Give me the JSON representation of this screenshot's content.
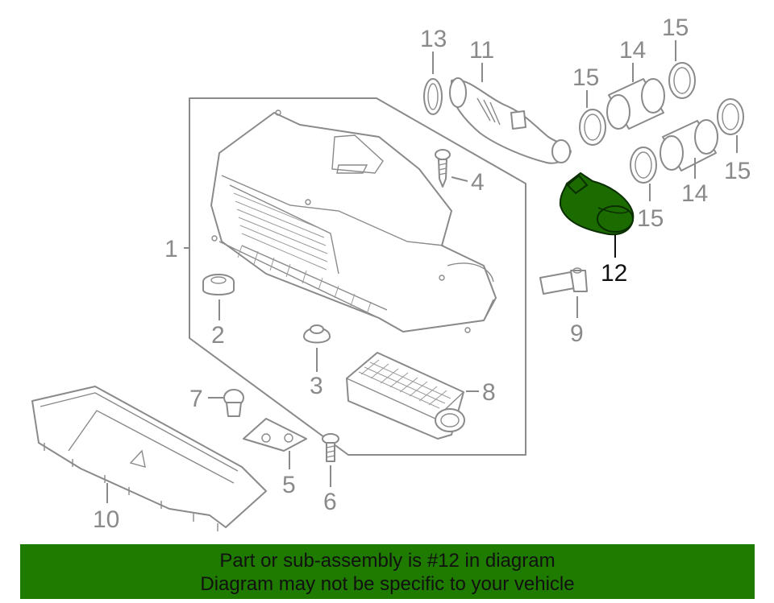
{
  "callouts": {
    "c1": "1",
    "c2": "2",
    "c3": "3",
    "c4": "4",
    "c5": "5",
    "c6": "6",
    "c7": "7",
    "c8": "8",
    "c9": "9",
    "c10": "10",
    "c11": "11",
    "c12": "12",
    "c13": "13",
    "c14a": "14",
    "c14b": "14",
    "c15a": "15",
    "c15b": "15",
    "c15c": "15",
    "c15d": "15"
  },
  "highlighted_part": "12",
  "colors": {
    "highlight": "#1b6b00",
    "banner": "#1f7a00",
    "line_art": "#8a8a8a"
  },
  "banner": {
    "line1": "Part or sub-assembly is #12 in diagram",
    "line2": "Diagram may not be specific to your vehicle"
  }
}
